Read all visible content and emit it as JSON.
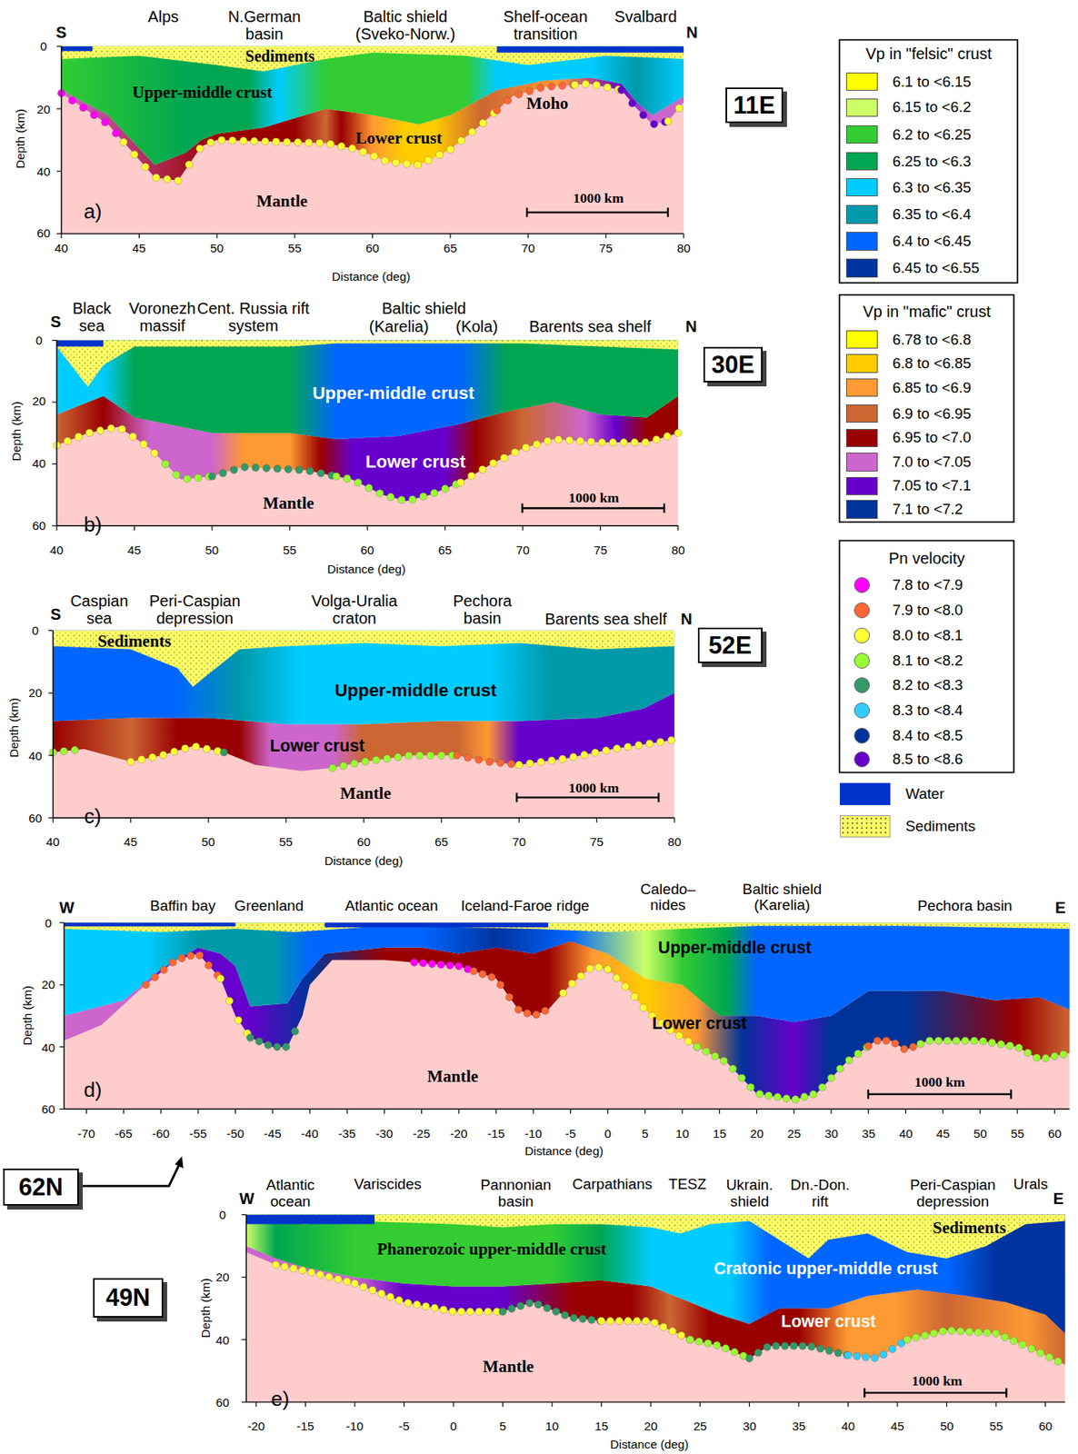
{
  "diagram": {
    "nodes": [
      {
        "text": [
          "11E"
        ]
      },
      {
        "text": [
          "30E"
        ]
      },
      {
        "text": [
          "52E"
        ]
      },
      {
        "text": [
          "62N"
        ]
      },
      {
        "text": [
          "49N"
        ]
      }
    ],
    "labels": [
      "S",
      "Alps",
      "N.German basin",
      "Baltic shield (Sveko-Norw.)",
      "Shelf-ocean transition",
      "Svalbard",
      "N",
      "Sediments",
      "Upper-middle crust",
      "Moho",
      "Lower crust",
      "Mantle",
      "1000 km",
      "a)",
      "Depth (km)",
      "0",
      "20",
      "40",
      "60",
      "40",
      "45",
      "50",
      "55",
      "60",
      "65",
      "70",
      "75",
      "80",
      "Distance (deg)",
      "S",
      "Black sea",
      "Voronezh massif",
      "Cent. Russia rift system",
      "Baltic shield",
      "(Karelia)",
      "(Kola)",
      "Barents sea shelf",
      "N",
      "Upper-middle crust",
      "Lower crust",
      "Mantle",
      "1000 km",
      "b)",
      "Depth (km)",
      "0",
      "20",
      "40",
      "60",
      "40",
      "45",
      "50",
      "55",
      "60",
      "65",
      "70",
      "75",
      "80",
      "Distance (deg)",
      "S",
      "Caspian sea",
      "Peri-Caspian depression",
      "Volga-Uralia craton",
      "Pechora basin",
      "Barents sea shelf",
      "N",
      "Sediments",
      "Upper-middle crust",
      "Lower crust",
      "Mantle",
      "1000 km",
      "c)",
      "Depth (km)",
      "0",
      "20",
      "40",
      "60",
      "40",
      "45",
      "50",
      "55",
      "60",
      "65",
      "70",
      "75",
      "80",
      "Distance (deg)",
      "Vp in \"felsic\" crust",
      "Vp in \"mafic\" crust",
      "Pn velocity",
      "W",
      "Baffin bay",
      "Greenland",
      "Atlantic ocean",
      "Iceland-Faroe ridge",
      "Caledo– nides",
      "Baltic shield (Karelia)",
      "Pechora basin",
      "E",
      "Upper-middle crust",
      "Lower crust",
      "Mantle",
      "1000 km",
      "d)",
      "Depth (km)",
      "0",
      "20",
      "40",
      "60",
      "-70",
      "-65",
      "-60",
      "-55",
      "-50",
      "-45",
      "-40",
      "-35",
      "-30",
      "-25",
      "-20",
      "-15",
      "-10",
      "-5",
      "0",
      "5",
      "10",
      "15",
      "20",
      "25",
      "30",
      "35",
      "40",
      "45",
      "50",
      "55",
      "60",
      "Distance (deg)",
      "W",
      "Atlantic ocean",
      "Variscides",
      "Pannonian basin",
      "Carpathians",
      "TESZ",
      "Ukrain. shield",
      "Dn.-Don. rift",
      "Peri-Caspian depression",
      "Urals",
      "E",
      "Sediments",
      "Phanerozoic upper-middle crust",
      "Cratonic upper-middle crust",
      "Lower crust",
      "Mantle",
      "1000 km",
      "e)",
      "Depth (km)",
      "0",
      "20",
      "40",
      "60",
      "-20",
      "-15",
      "-10",
      "-5",
      "0",
      "5",
      "10",
      "15",
      "20",
      "25",
      "30",
      "35",
      "40",
      "45",
      "50",
      "55",
      "60",
      "Distance (deg)"
    ],
    "legend": [
      {
        "text": "6.1 to <6.15",
        "color": "#ffff00"
      },
      {
        "text": "6.15 to <6.2",
        "color": "#ccff66"
      },
      {
        "text": "6.2 to <6.25",
        "color": "#33cc33"
      },
      {
        "text": "6.25 to <6.3",
        "color": "#00a651"
      },
      {
        "text": "6.3 to <6.35",
        "color": "#00ccff"
      },
      {
        "text": "6.35 to <6.4",
        "color": "#0099aa"
      },
      {
        "text": "6.4 to <6.45",
        "color": "#0066ff"
      },
      {
        "text": "6.45 to <6.55",
        "color": "#0033a0"
      },
      {
        "text": "6.78 to <6.8",
        "color": "#ffff00"
      },
      {
        "text": "6.8 to <6.85",
        "color": "#ffcc00"
      },
      {
        "text": "6.85 to <6.9",
        "color": "#ff9933"
      },
      {
        "text": "6.9 to <6.95",
        "color": "#cc6633"
      },
      {
        "text": "6.95 to <7.0",
        "color": "#990000"
      },
      {
        "text": "7.0 to <7.05",
        "color": "#cc66cc"
      },
      {
        "text": "7.05 to <7.1",
        "color": "#6600cc"
      },
      {
        "text": "7.1 to <7.2",
        "color": "#003399"
      },
      {
        "text": "7.8 to <7.9",
        "color": "#ff00ff"
      },
      {
        "text": "7.9 to <8.0",
        "color": "#ff6633"
      },
      {
        "text": "8.0 to <8.1",
        "color": "#ffff33"
      },
      {
        "text": "8.1 to <8.2",
        "color": "#99ff33"
      },
      {
        "text": "8.2 to <8.3",
        "color": "#339966"
      },
      {
        "text": "8.3 to <8.4",
        "color": "#33ccff"
      },
      {
        "text": "8.4 to <8.5",
        "color": "#003399"
      },
      {
        "text": "8.5 to <8.6",
        "color": "#6600cc"
      },
      {
        "text": "Water",
        "color": "#0033cc"
      },
      {
        "text": "Sediments",
        "color": "#ffff66"
      }
    ]
  }
}
